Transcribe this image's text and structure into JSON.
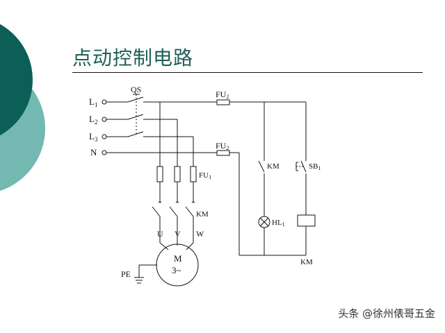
{
  "slide": {
    "title": "点动控制电路",
    "watermark": "头条 @徐州俵哥五金",
    "colors": {
      "accent_dark": "#0b5f56",
      "accent_light": "#73b9b1",
      "title": "#1f5f57"
    }
  },
  "diagram": {
    "line_labels": {
      "l1": "L",
      "l1_sub": "1",
      "l2": "L",
      "l2_sub": "2",
      "l3": "L",
      "l3_sub": "3",
      "n": "N"
    },
    "qs": "QS",
    "fu2_top": "FU",
    "fu2_top_sub": "2",
    "fu2_mid": "FU",
    "fu2_mid_sub": "2",
    "fu1": "FU",
    "fu1_sub": "1",
    "km_main": "KM",
    "km_ctrl": "KM",
    "sb1": "SB",
    "sb1_sub": "1",
    "hl1": "HL",
    "hl1_sub": "1",
    "km_coil": "KM",
    "u": "U",
    "v": "V",
    "w": "W",
    "motor_m": "M",
    "motor_type": "3~",
    "pe": "PE"
  }
}
